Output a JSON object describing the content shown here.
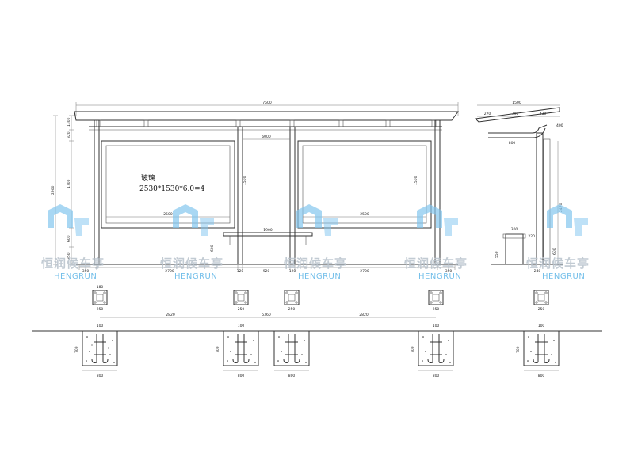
{
  "watermark": {
    "brand_cn": "恒润候车亭",
    "brand_en": "HENGRUN",
    "color_icon": "#7fc4ee",
    "color_text": "#b8c2cc"
  },
  "front_view": {
    "overall_width": "7500",
    "glass_note_line1": "玻璃",
    "glass_note_line2": "2530*1530*6.0=4",
    "panel_width_left": "2500",
    "panel_width_right": "2500",
    "center_bay": "6000",
    "bench": "1900",
    "left_heights": [
      "1300",
      "320",
      "1700",
      "600",
      "350"
    ],
    "total_height": "2900",
    "inner_height_left": "1500",
    "inner_height_right": "1500",
    "mid_600": "600",
    "bottom_dims": [
      "350",
      "2700",
      "120",
      "920",
      "120",
      "2700",
      "350"
    ]
  },
  "side_view": {
    "roof_width": "1500",
    "roof_parts": [
      "270",
      "790",
      "430"
    ],
    "bracket": "400",
    "arm": "800",
    "height": "2470",
    "lower": "220",
    "lower_600": "600",
    "bin_top": "300",
    "bin_height": "550",
    "bin_base": "240"
  },
  "base_plates": {
    "plate_w": "250",
    "plate_bolt": "180",
    "spacing": [
      "2820",
      "5360",
      "2820"
    ]
  },
  "foundations": {
    "top_w": "100",
    "depth": "700",
    "width": "800"
  }
}
